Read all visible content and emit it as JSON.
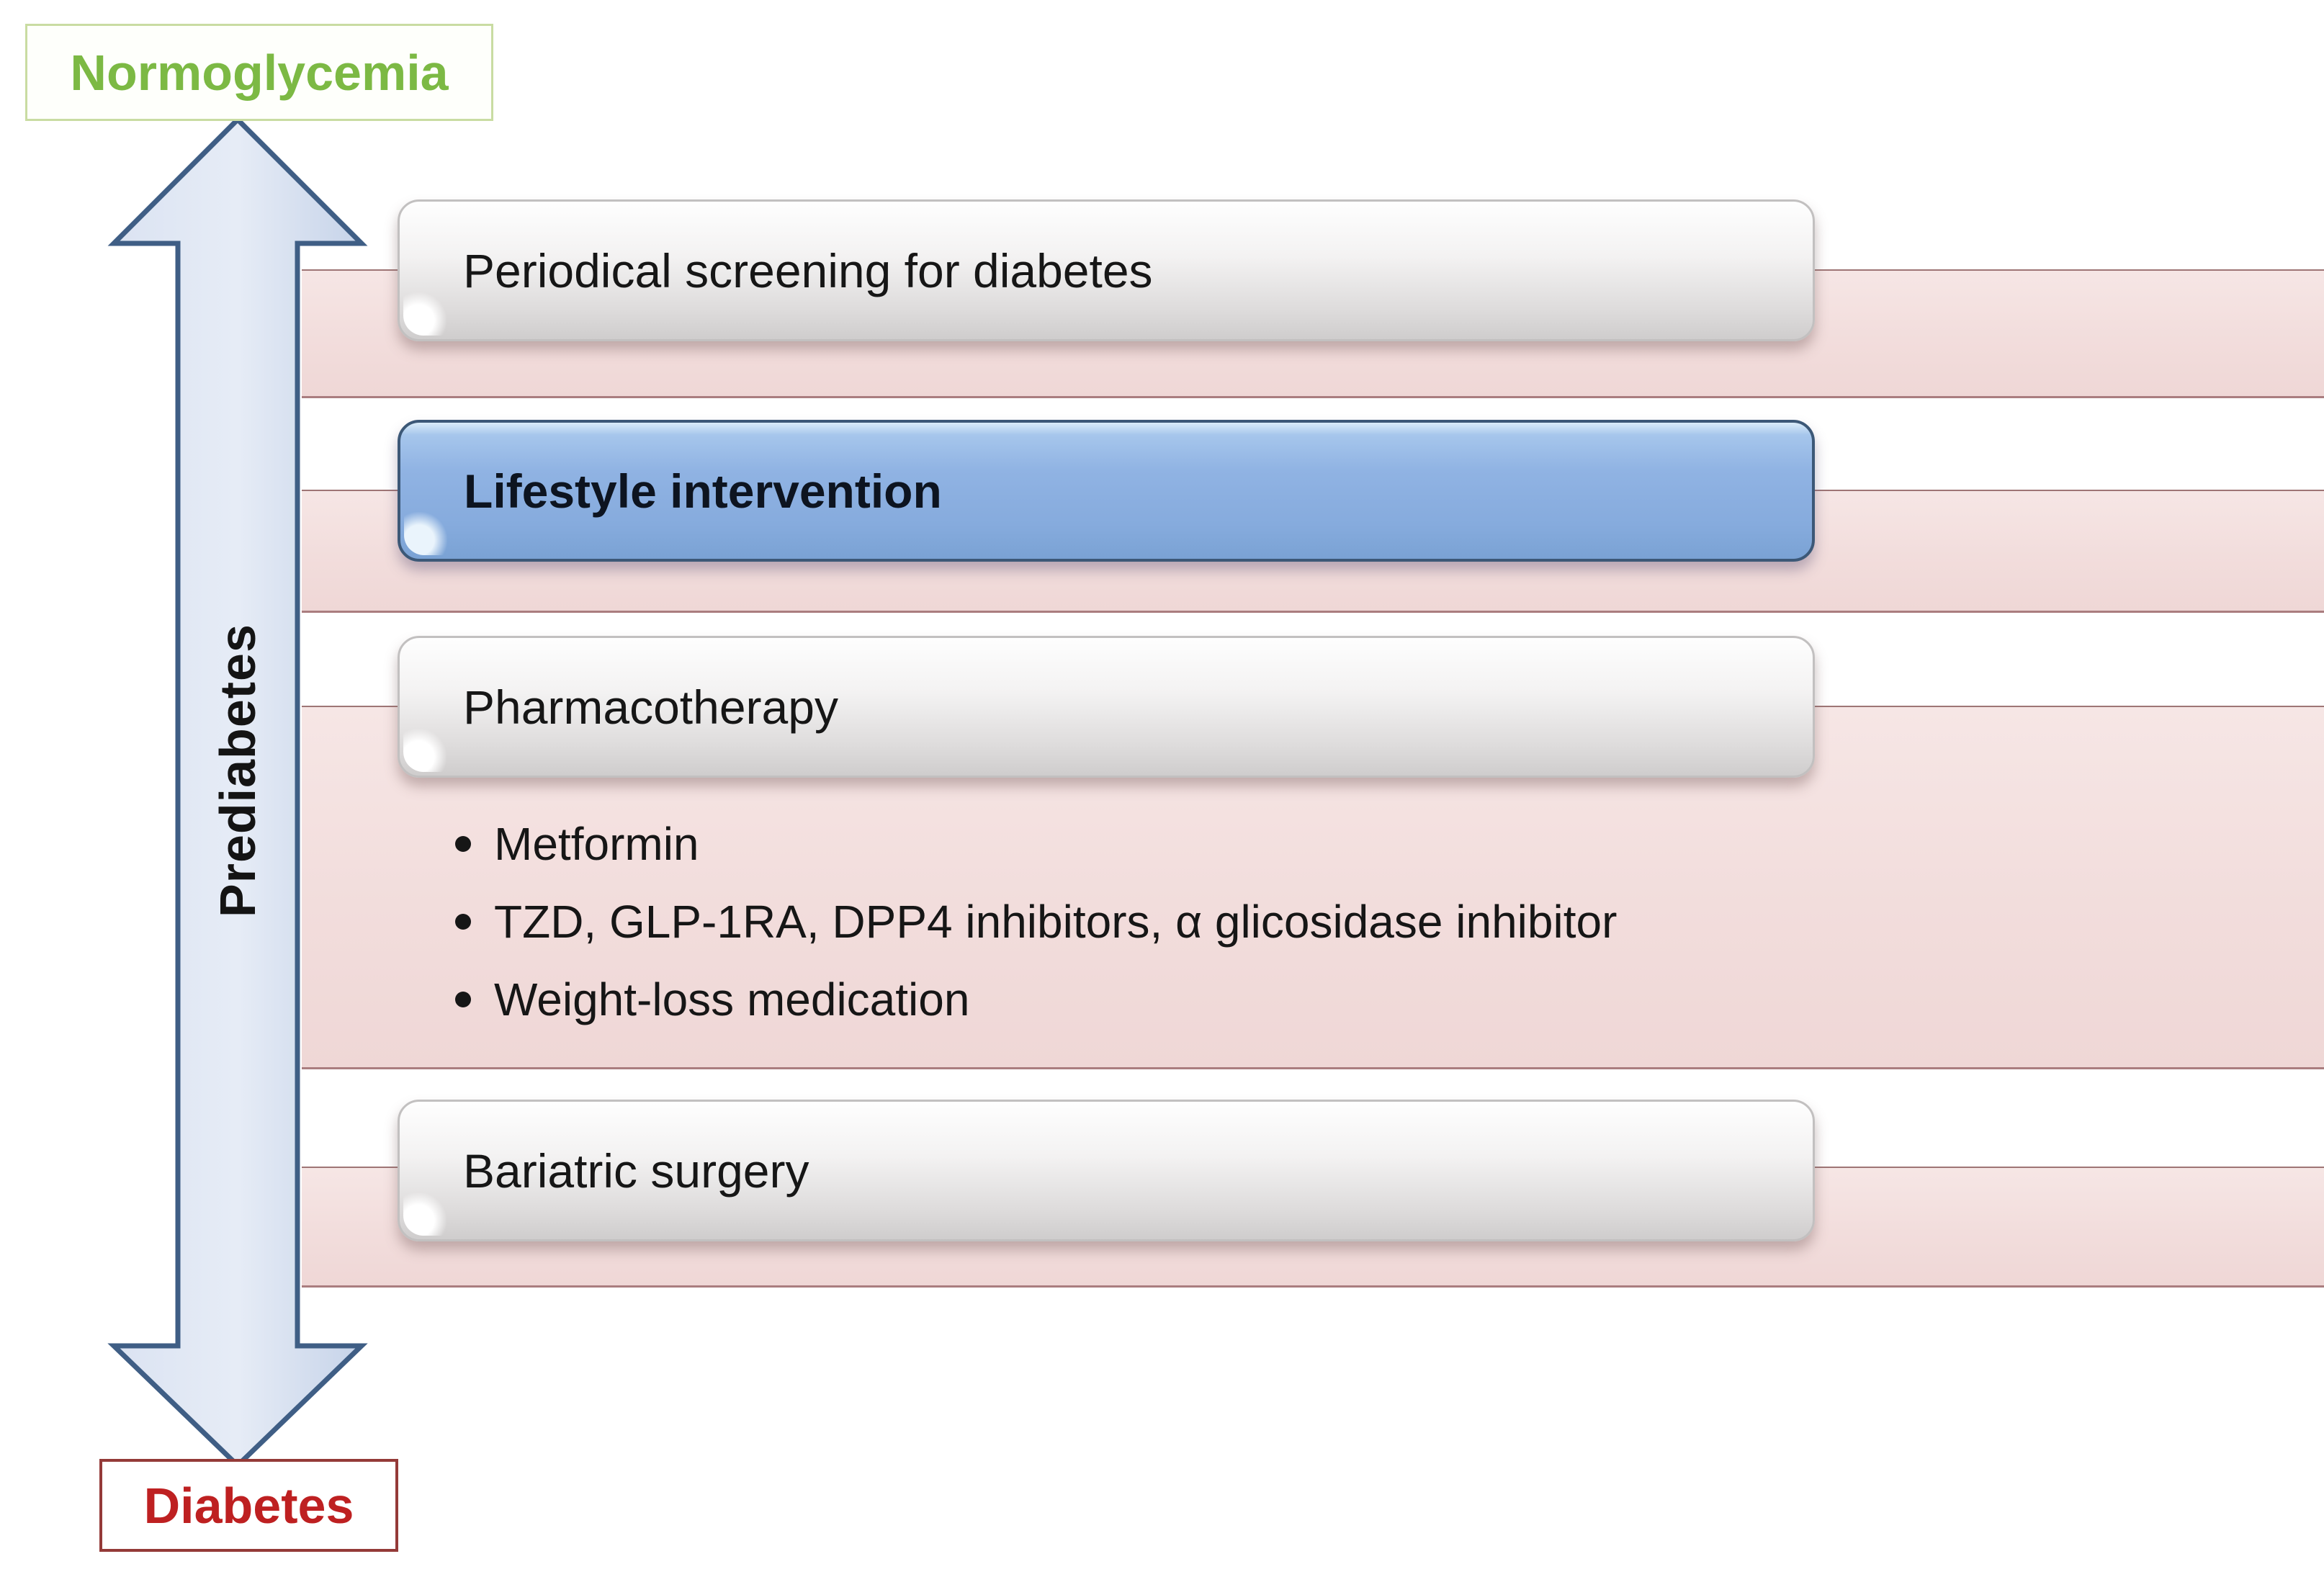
{
  "diagram": {
    "top_state": {
      "label": "Normoglycemia"
    },
    "bottom_state": {
      "label": "Diabetes"
    },
    "axis": {
      "label": "Prediabetes"
    },
    "rows": [
      {
        "label": "Periodical screening for diabetes",
        "variant": "default"
      },
      {
        "label": "Lifestyle intervention",
        "variant": "highlighted"
      },
      {
        "label": "Pharmacotherapy",
        "variant": "default",
        "bullets": [
          "Metformin",
          "TZD, GLP-1RA, DPP4 inhibitors, α glicosidase inhibitor",
          "Weight-loss medication"
        ]
      },
      {
        "label": "Bariatric surgery",
        "variant": "default"
      }
    ],
    "colors": {
      "normoglycemia_text": "#7cb944",
      "normoglycemia_border": "#c9dca2",
      "diabetes_text": "#be2021",
      "diabetes_border": "#943a38",
      "arrow_fill_light": "#e3e9f4",
      "arrow_fill_dark": "#ccd7ea",
      "arrow_border": "#3f5e85",
      "band_fill": "#f2dddc",
      "band_line": "#9e7575",
      "highlight_box_fill": "#8fb2e2",
      "highlight_box_border": "#3c5877",
      "gray_box_fill": "#e4e2e2",
      "gray_box_border": "#c2c0c0"
    }
  }
}
